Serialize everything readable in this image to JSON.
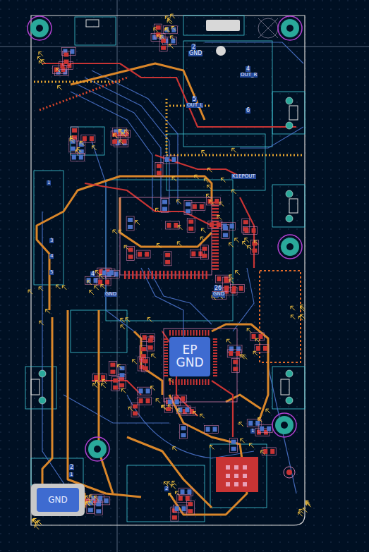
{
  "diagram": {
    "nodes": [
      {
        "text": [
          "EP",
          "GND"
        ]
      },
      {
        "text": [
          "GND"
        ]
      }
    ],
    "labels": [
      "2",
      "GND",
      "4",
      "OUT_R",
      "5",
      "OUT_L",
      "6",
      "K1EPOUT",
      "26",
      "GND",
      "4",
      "GND",
      "1",
      "3",
      "4",
      "5",
      "2",
      "1",
      "2",
      "1"
    ]
  }
}
